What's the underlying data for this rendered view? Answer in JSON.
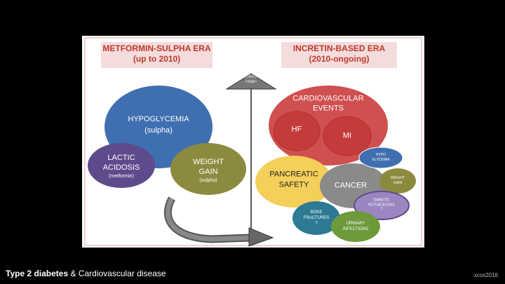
{
  "left_era": {
    "title": "METFORMIN-SULPHA ERA",
    "subtitle": "(up to 2010)"
  },
  "right_era": {
    "title": "INCRETIN-BASED ERA",
    "subtitle": "(2010-ongoing)"
  },
  "divider_label": {
    "line1": "GLITAZONE",
    "line2": "«saga»"
  },
  "left_bubbles": {
    "hypoglycemia": {
      "label": "HYPOGLYCEMIA",
      "sub": "(sulpha)"
    },
    "lactic_acidosis": {
      "label1": "LACTIC",
      "label2": "ACIDOSIS",
      "sub": "(metformin)"
    },
    "weight_gain": {
      "label1": "WEIGHT",
      "label2": "GAIN",
      "sub": "(sulpha)"
    }
  },
  "right_bubbles": {
    "cardiovascular": {
      "label1": "CARDIOVASCULAR",
      "label2": "EVENTS"
    },
    "hf": "HF",
    "mi": "MI",
    "pancreatic": {
      "label1": "PANCREATIC",
      "label2": "SAFETY"
    },
    "cancer": "CANCER",
    "hypo": {
      "label1": "HYPO",
      "label2": "GLYCEMIA"
    },
    "weight_gain": {
      "label1": "WEIGHT",
      "label2": "GAIN"
    },
    "diabetic_ketoacidosis": {
      "label1": "DIABETIC",
      "label2": "KETOACIDOSIS",
      "label3": "?"
    },
    "bone_fractures": {
      "label1": "BONE",
      "label2": "FRACTURES",
      "label3": "?"
    },
    "urinary_infections": {
      "label1": "URINARY",
      "label2": "INFECTIONS"
    }
  },
  "colors": {
    "blue": "#3f6fb0",
    "purple": "#5e4b8c",
    "olive": "#8c8a3e",
    "red": "#d04f4f",
    "dark_red": "#c43b3b",
    "yellow": "#f4cf5a",
    "gray": "#8a8a8a",
    "teal": "#2c7a93",
    "green": "#6e9a3c",
    "lavender": "#9b86c0"
  },
  "footer": {
    "bold": "Type 2 diabetes",
    "amp": " & ",
    "rest": "Cardiovascular disease"
  },
  "credit": "xcos2016"
}
